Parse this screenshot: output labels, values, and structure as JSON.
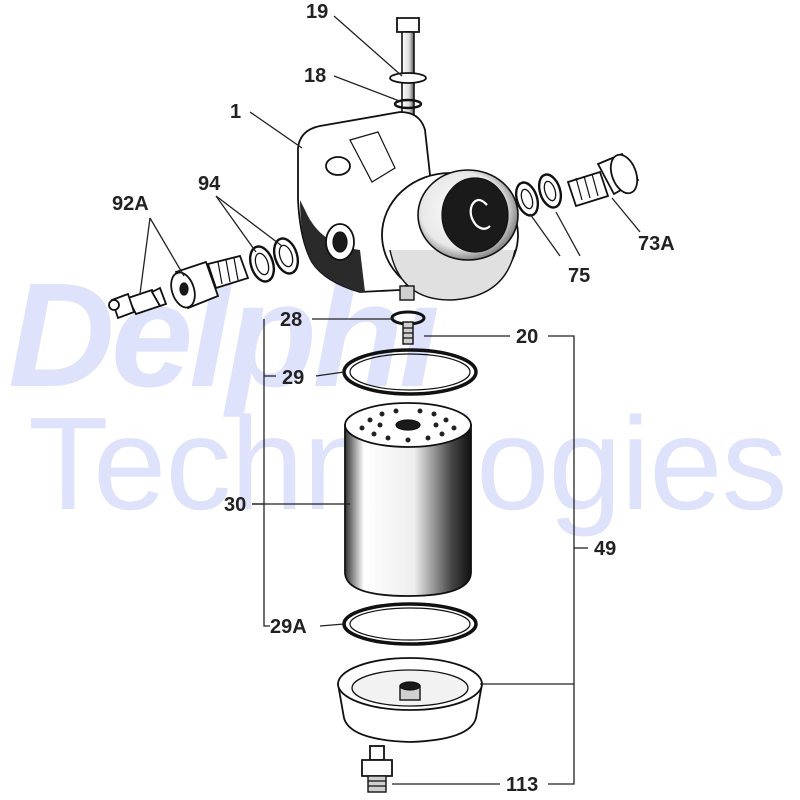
{
  "watermark": {
    "line1": "Delphi",
    "line2": "Technologies"
  },
  "labels": {
    "l19": "19",
    "l18": "18",
    "l1": "1",
    "l94": "94",
    "l92A": "92A",
    "l73A": "73A",
    "l75": "75",
    "l28": "28",
    "l20": "20",
    "l29": "29",
    "l30": "30",
    "l49": "49",
    "l29A": "29A",
    "l113": "113"
  }
}
